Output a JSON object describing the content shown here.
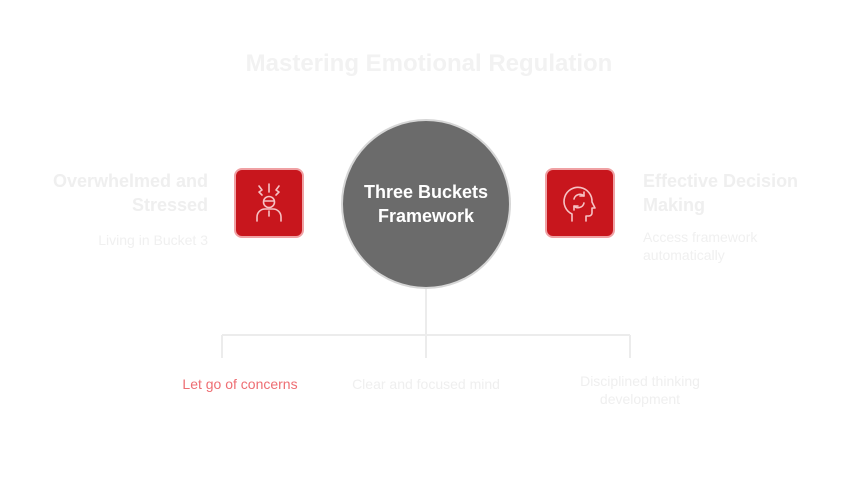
{
  "title": "Mastering Emotional Regulation",
  "left": {
    "heading": "Overwhelmed and Stressed",
    "subtitle": "Living in Bucket 3",
    "icon": "stressed-person-icon"
  },
  "right": {
    "heading": "Effective Decision Making",
    "subtitle": "Access framework automatically",
    "icon": "head-cycle-icon"
  },
  "hub": {
    "label": "Three Buckets Framework"
  },
  "buckets": [
    {
      "label": "Let go of concerns"
    },
    {
      "label": "Clear and focused mind"
    },
    {
      "label": "Disciplined thinking development"
    }
  ],
  "colors": {
    "accent": "#c8161d",
    "accent_border": "#f0a1a4",
    "hub_fill": "#6b6b6b",
    "highlight_text": "#ee6e73",
    "faded_text": "#efefef"
  }
}
